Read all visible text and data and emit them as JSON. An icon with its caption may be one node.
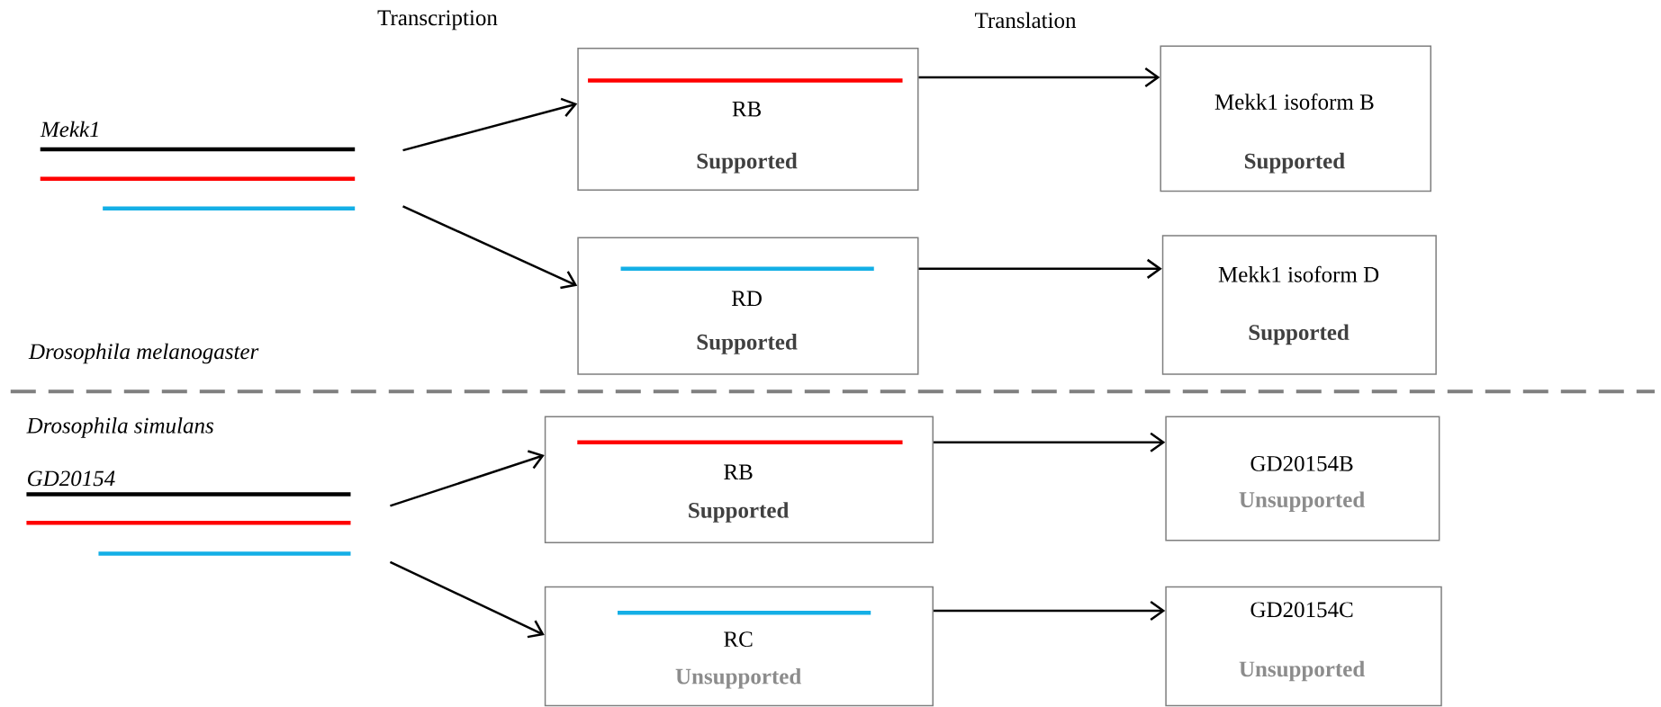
{
  "diagram": {
    "nodes": [
      {
        "text": [
          "Mekk1"
        ]
      },
      {
        "text": [
          "RB",
          "Supported"
        ]
      },
      {
        "text": [
          "Mekk1 isoform B",
          "Supported"
        ]
      },
      {
        "text": [
          "RD",
          "Supported"
        ]
      },
      {
        "text": [
          "Mekk1 isoform D",
          "Supported"
        ]
      },
      {
        "text": [
          "GD20154"
        ]
      },
      {
        "text": [
          "RB",
          "Supported"
        ]
      },
      {
        "text": [
          "GD20154B",
          "Unsupported"
        ]
      },
      {
        "text": [
          "RC",
          "Unsupported"
        ]
      },
      {
        "text": [
          "GD20154C",
          "Unsupported"
        ]
      }
    ],
    "edges": [
      {
        "from": 0,
        "to": 1,
        "arrow": "to"
      },
      {
        "from": 0,
        "to": 3,
        "arrow": "to"
      },
      {
        "from": 1,
        "to": 2,
        "arrow": "to"
      },
      {
        "from": 3,
        "to": 4,
        "arrow": "to"
      },
      {
        "from": 5,
        "to": 6,
        "arrow": "to"
      },
      {
        "from": 5,
        "to": 8,
        "arrow": "to"
      },
      {
        "from": 6,
        "to": 7,
        "arrow": "to"
      },
      {
        "from": 8,
        "to": 9,
        "arrow": "to"
      }
    ],
    "labels": [
      "Transcription",
      "Translation",
      "Drosophila melanogaster",
      "Drosophila simulans"
    ]
  }
}
